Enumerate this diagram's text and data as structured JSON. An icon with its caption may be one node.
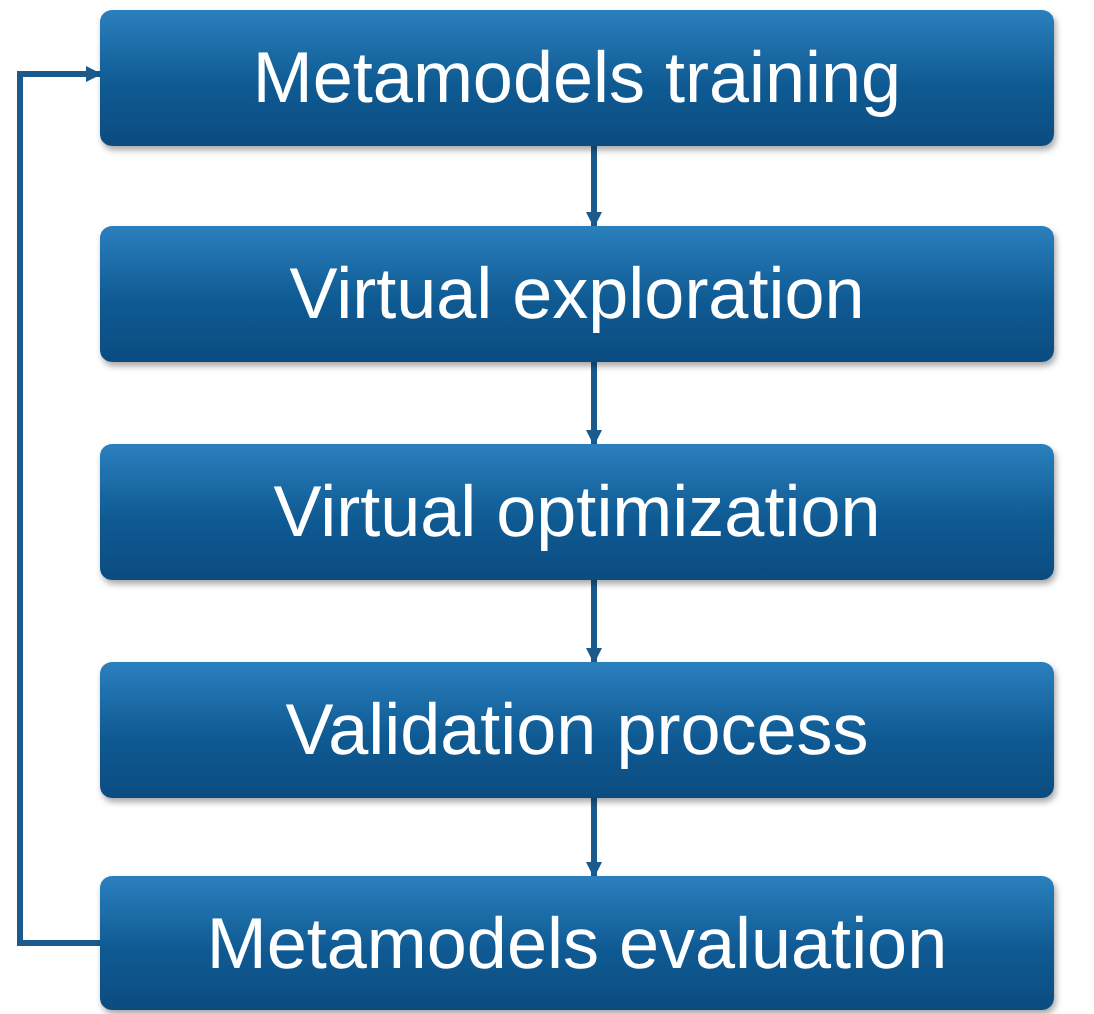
{
  "diagram": {
    "nodes": [
      {
        "text": [
          "Metamodels training"
        ]
      },
      {
        "text": [
          "Virtual exploration"
        ]
      },
      {
        "text": [
          "Virtual optimization"
        ]
      },
      {
        "text": [
          "Validation process"
        ]
      },
      {
        "text": [
          "Metamodels evaluation"
        ]
      }
    ],
    "edges": [
      {
        "from": 0,
        "to": 1,
        "arrow": "to"
      },
      {
        "from": 1,
        "to": 2,
        "arrow": "to"
      },
      {
        "from": 2,
        "to": 3,
        "arrow": "to"
      },
      {
        "from": 3,
        "to": 4,
        "arrow": "to"
      },
      {
        "from": 4,
        "to": 0,
        "arrow": "to"
      }
    ]
  }
}
